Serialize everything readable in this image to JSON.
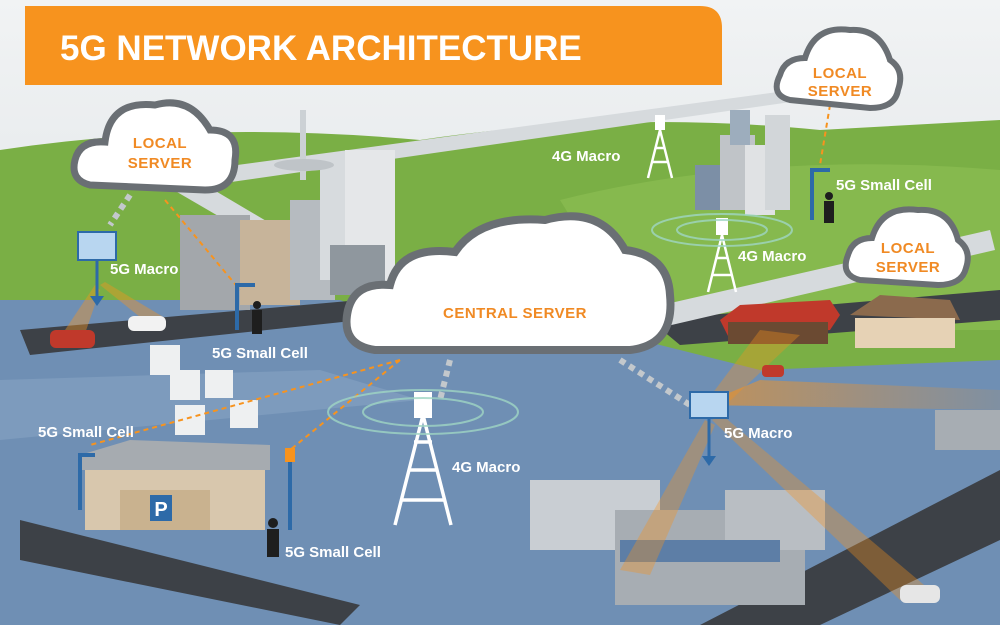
{
  "title": "5G NETWORK ARCHITECTURE",
  "colors": {
    "accent": "#f7931e",
    "water": "#6f8fb4",
    "grass": "#6ea73a",
    "road": "#cfd6dc"
  },
  "servers": {
    "local_left": [
      "LOCAL",
      "SERVER"
    ],
    "local_top_right": [
      "LOCAL",
      "SERVER"
    ],
    "local_right": [
      "LOCAL",
      "SERVER"
    ],
    "central": "CENTRAL SERVER"
  },
  "labels": {
    "macro_4g_top": "4G Macro",
    "small_cell_5g_top_right": "5G Small Cell",
    "macro_4g_right": "4G Macro",
    "macro_5g_left": "5G Macro",
    "small_cell_5g_mid": "5G Small Cell",
    "small_cell_5g_left": "5G Small Cell",
    "macro_4g_center": "4G Macro",
    "macro_5g_right": "5G Macro",
    "small_cell_5g_bottom": "5G Small Cell"
  },
  "icons": [
    "tower-icon",
    "cloud-icon",
    "building-icon",
    "person-icon",
    "car-icon",
    "antenna-icon"
  ]
}
